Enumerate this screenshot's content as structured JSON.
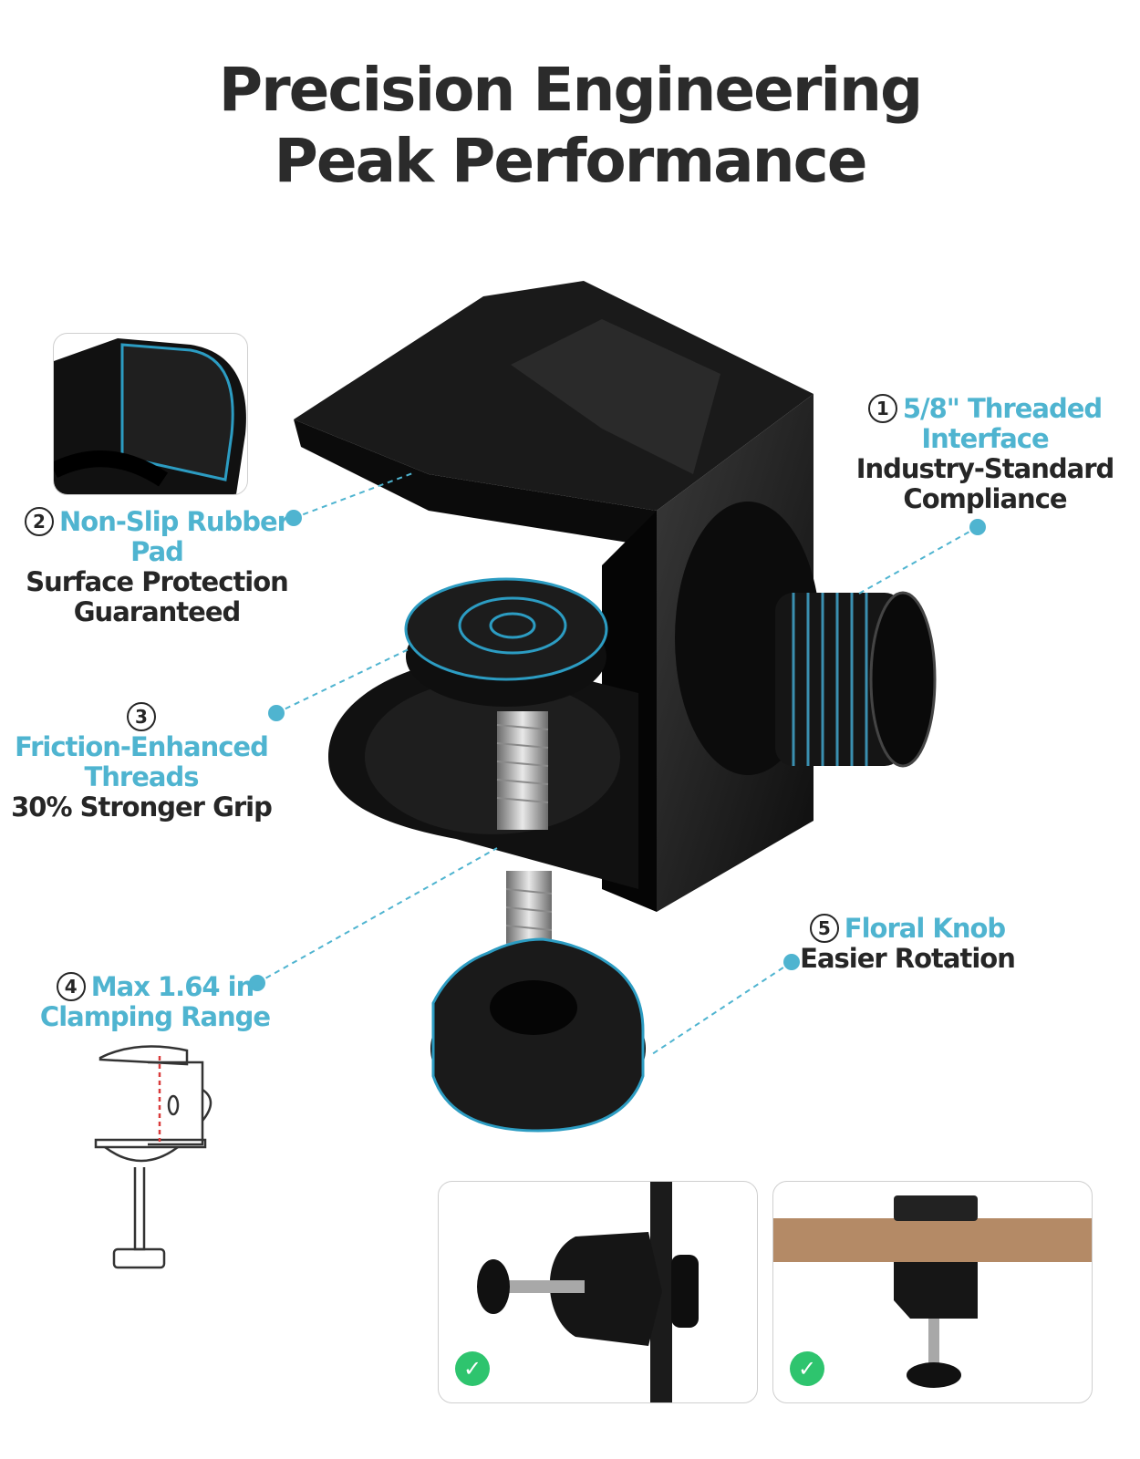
{
  "title": {
    "line1": "Precision Engineering",
    "line2": "Peak Performance"
  },
  "callouts": [
    {
      "number": "1",
      "highlight": "5/8\" Threaded Interface",
      "highlight_l1": "5/8\" Threaded",
      "highlight_l2": "Interface",
      "sub_l1": "Industry-Standard",
      "sub_l2": "Compliance"
    },
    {
      "number": "2",
      "highlight_l1": "Non-Slip Rubber",
      "highlight_l2": "Pad",
      "sub_l1": "Surface Protection",
      "sub_l2": "Guaranteed"
    },
    {
      "number": "3",
      "highlight_l1": "Friction-Enhanced",
      "highlight_l2": "Threads",
      "sub_l1": "30%  Stronger Grip"
    },
    {
      "number": "4",
      "highlight_l1": "Max 1.64 in",
      "highlight_l2": "Clamping Range"
    },
    {
      "number": "5",
      "highlight_l1": "Floral Knob",
      "sub_l1": "Easier Rotation"
    }
  ],
  "usage_images": [
    {
      "name": "pole-mount",
      "status": "check"
    },
    {
      "name": "desk-mount",
      "status": "check"
    }
  ],
  "colors": {
    "accent": "#4fb4d0",
    "text": "#262626",
    "check": "#2ec46e",
    "wood": "#b48a66"
  },
  "icons": {
    "check": "✓"
  }
}
